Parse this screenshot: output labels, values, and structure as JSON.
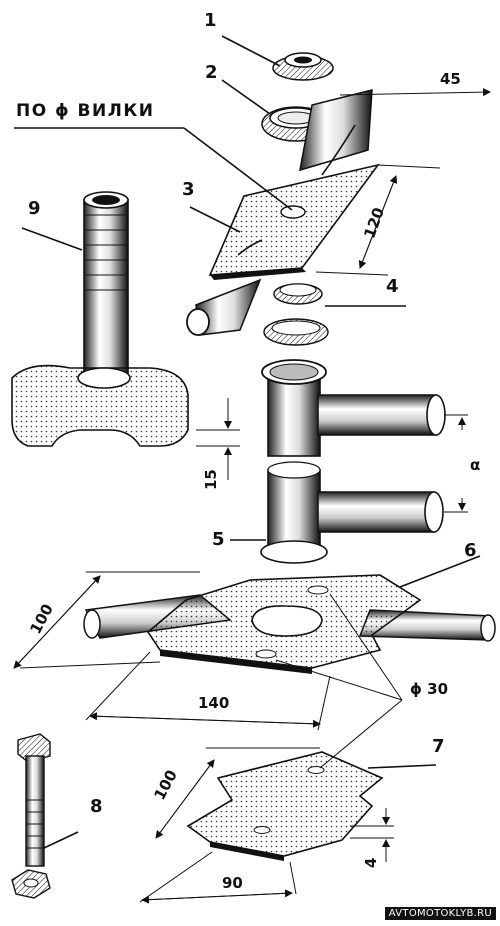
{
  "callouts": {
    "c1": "1",
    "c2": "2",
    "c3": "3",
    "c4": "4",
    "c5": "5",
    "c6": "6",
    "c7": "7",
    "c8": "8",
    "c9": "9"
  },
  "annotation_top": "ПО ϕ ВИЛКИ",
  "dimensions": {
    "d45": "45",
    "d120": "120",
    "d15": "15",
    "alpha": "α",
    "d100a": "100",
    "d140": "140",
    "d30": "ϕ 30",
    "d100b": "100",
    "d4": "4",
    "d90": "90"
  },
  "watermark": "AVTOMOTOKLYB.RU",
  "colors": {
    "ink": "#111111",
    "paper": "#ffffff"
  }
}
